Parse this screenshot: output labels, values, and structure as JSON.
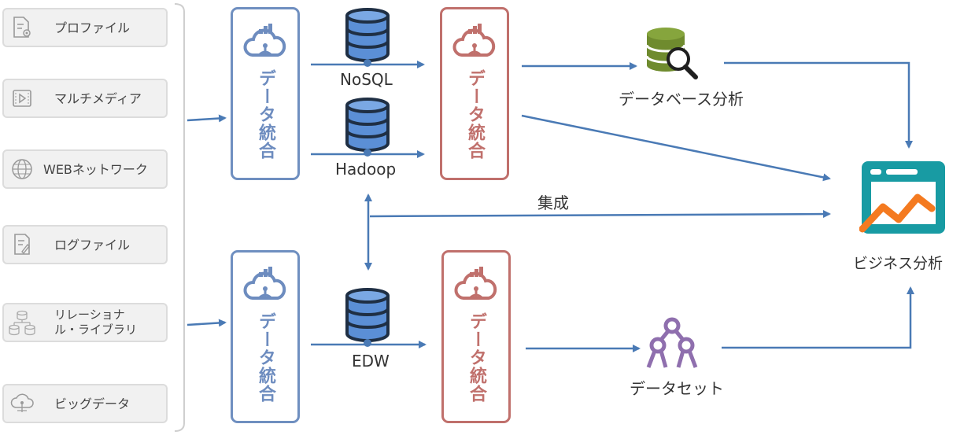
{
  "sources": [
    {
      "label": "プロファイル",
      "icon": "profile-document-icon"
    },
    {
      "label": "マルチメディア",
      "icon": "multimedia-play-icon"
    },
    {
      "label": "WEBネットワーク",
      "icon": "globe-icon"
    },
    {
      "label": "ログファイル",
      "icon": "log-file-icon"
    },
    {
      "label_line1": "リレーショナ",
      "label_line2": "ル・ライブラリ",
      "icon": "relational-database-icon"
    },
    {
      "label": "ビッグデータ",
      "icon": "cloud-data-icon"
    }
  ],
  "integration": {
    "label": "データ統合"
  },
  "storage": {
    "nosql": "NoSQL",
    "hadoop": "Hadoop",
    "edw": "EDW"
  },
  "outputs": {
    "database_analysis": "データベース分析",
    "dataset": "データセット",
    "business_analysis": "ビジネス分析"
  },
  "integration_link": "集成",
  "colors": {
    "blue": "#4a7ab5",
    "red": "#c0706c",
    "green": "#6f8b2e",
    "purple": "#8f6fae",
    "teal": "#189ba3",
    "orange": "#f47a20"
  }
}
